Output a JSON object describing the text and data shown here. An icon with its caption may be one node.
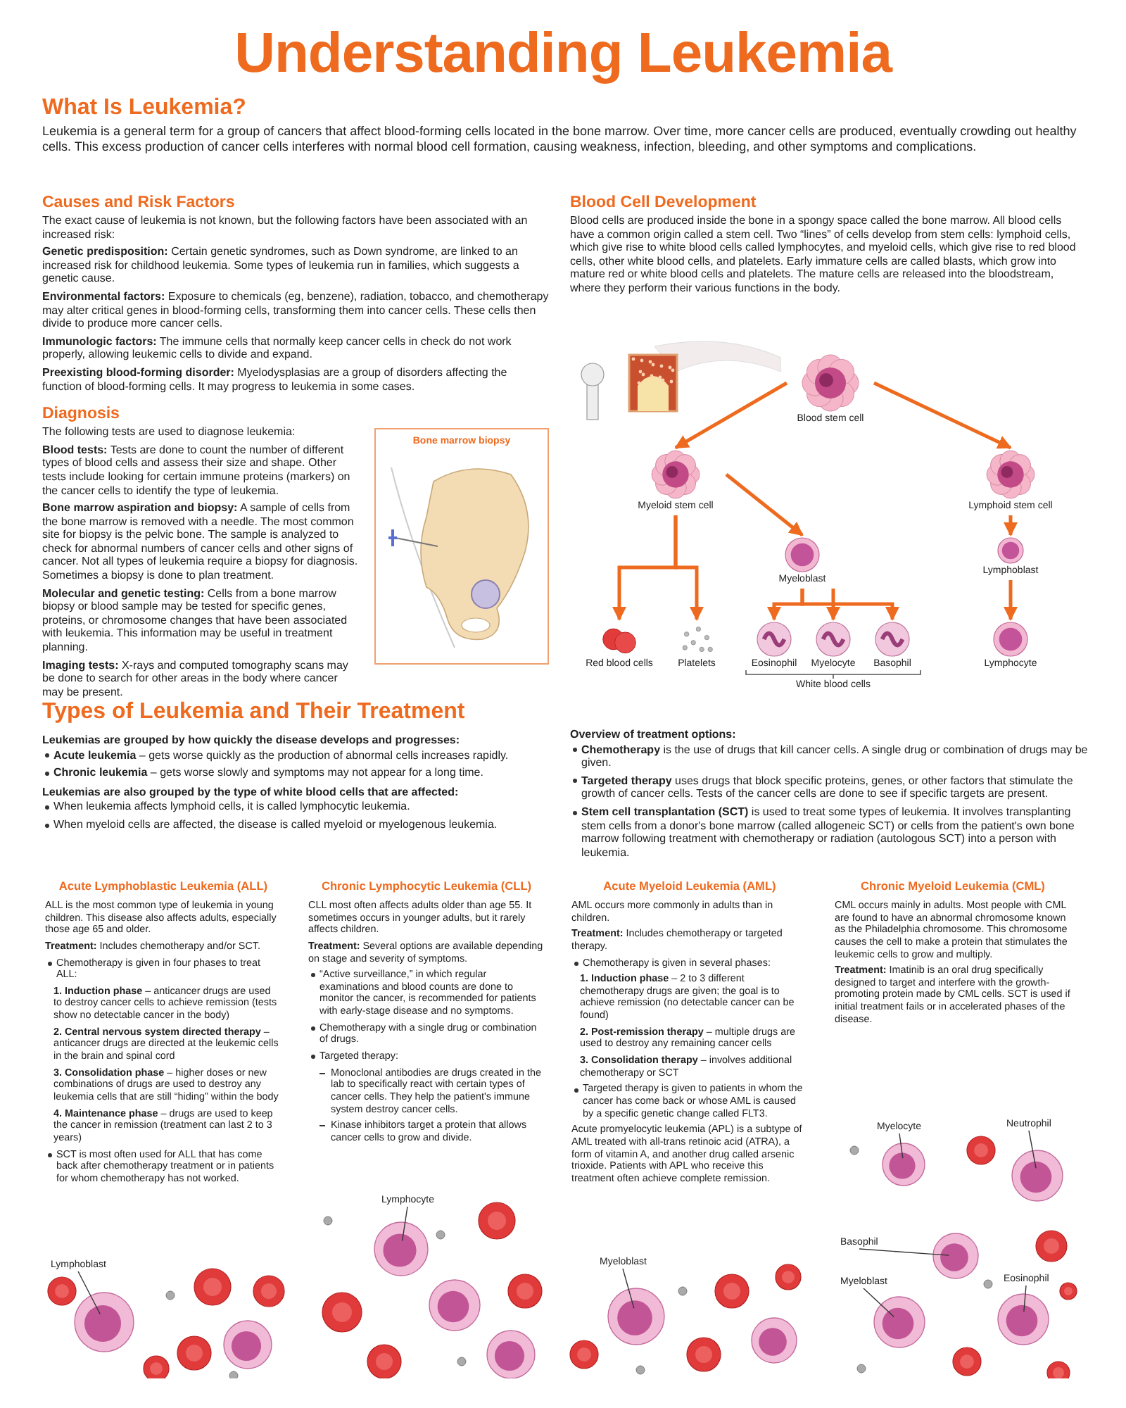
{
  "diagram": {
    "title": "Understanding Leukemia",
    "nodes": [
      {
        "text": [
          "Blood stem cell"
        ]
      },
      {
        "text": [
          "Myeloid stem cell"
        ]
      },
      {
        "text": [
          "Lymphoid stem cell"
        ]
      },
      {
        "text": [
          "Myeloblast"
        ]
      },
      {
        "text": [
          "Lymphoblast"
        ]
      },
      {
        "text": [
          "Red blood cells"
        ]
      },
      {
        "text": [
          "Platelets"
        ]
      },
      {
        "text": [
          "Eosinophil"
        ]
      },
      {
        "text": [
          "Myelocyte"
        ]
      },
      {
        "text": [
          "Basophil"
        ]
      },
      {
        "text": [
          "Lymphocyte"
        ]
      },
      {
        "text": [
          "Bone marrow biopsy"
        ]
      },
      {
        "text": [
          "Acute Lymphoblastic Leukemia (ALL)",
          "ALL is the most common type of leukemia in young children. This disease also affects adults, especially those age 65 and older.",
          "**Treatment:** Includes chemotherapy and/or SCT.",
          "Chemotherapy is given in four phases to treat ALL:",
          "**1. Induction phase** – anticancer drugs are used to destroy cancer cells to achieve remission (tests show no detectable cancer in the body)",
          "**2. Central nervous system directed therapy** – anticancer drugs are directed at the leukemic cells in the brain and spinal cord",
          "**3. Consolidation phase** – higher doses or new combinations of drugs are used to destroy any leukemia cells that are still “hiding” within the body",
          "**4. Maintenance phase** – drugs are used to keep the cancer in remission (treatment can last 2 to 3 years)",
          "SCT is most often used for ALL that has come back after chemotherapy treatment or in patients for whom chemotherapy has not worked."
        ]
      },
      {
        "text": [
          "Chronic Lymphocytic Leukemia (CLL)",
          "CLL most often affects adults older than age 55. It sometimes occurs in younger adults, but it rarely affects children.",
          "**Treatment:** Several options are available depending on stage and severity of symptoms.",
          "“Active surveillance,” in which regular examinations and blood counts are done to monitor the cancer, is recommended for patients with early-stage disease and no symptoms.",
          "Chemotherapy with a single drug or combination of drugs.",
          "Targeted therapy:",
          "Monoclonal antibodies are drugs created in the lab to specifically react with certain types of cancer cells. They help the patient's immune system destroy cancer cells.",
          "Kinase inhibitors target a protein that allows cancer cells to grow and divide."
        ]
      },
      {
        "text": [
          "Acute Myeloid Leukemia (AML)",
          "AML occurs more commonly in adults than in children.",
          "**Treatment:** Includes chemotherapy or targeted therapy.",
          "Chemotherapy is given in several phases:",
          "**1. Induction phase** – 2 to 3 different chemotherapy drugs are given; the goal is to achieve remission (no detectable cancer can be found)",
          "**2. Post-remission therapy** – multiple drugs are used to destroy any remaining cancer cells",
          "**3. Consolidation therapy** – involves additional chemotherapy or SCT",
          "Targeted therapy is given to patients in whom the cancer has come back or whose AML is caused by a specific genetic change called FLT3.",
          "Acute promyelocytic leukemia (APL) is a subtype of AML treated with all-trans retinoic acid (ATRA), a form of vitamin A, and another drug called arsenic trioxide. Patients with APL who receive this treatment often achieve complete remission."
        ]
      },
      {
        "text": [
          "Chronic Myeloid Leukemia (CML)",
          "CML occurs mainly in adults. Most people with CML are found to have an abnormal chromosome known as the Philadelphia chromosome. This chromosome causes the cell to make a protein that stimulates the leukemic cells to grow and multiply.",
          "**Treatment:** Imatinib is an oral drug specifically designed to target and interfere with the growth-promoting protein made by CML cells. SCT is used if initial treatment fails or in accelerated phases of the disease."
        ]
      },
      {
        "text": [
          "Lymphoblast"
        ],
        "in": 12
      },
      {
        "text": [
          "Lymphocyte"
        ],
        "in": 13
      },
      {
        "text": [
          "Myeloblast"
        ],
        "in": 14
      },
      {
        "text": [
          "Myelocyte"
        ],
        "in": 15
      },
      {
        "text": [
          "Neutrophil"
        ],
        "in": 15
      },
      {
        "text": [
          "Basophil"
        ],
        "in": 15
      },
      {
        "text": [
          "Myeloblast"
        ],
        "in": 15
      },
      {
        "text": [
          "Eosinophil"
        ],
        "in": 15
      }
    ],
    "edges": [
      {
        "from": 0,
        "to": 1,
        "arrow": "to"
      },
      {
        "from": 0,
        "to": 2,
        "arrow": "to"
      },
      {
        "from": 1,
        "to": 5,
        "arrow": "to"
      },
      {
        "from": 1,
        "to": 6,
        "arrow": "to"
      },
      {
        "from": 1,
        "to": 3,
        "arrow": "to"
      },
      {
        "from": 3,
        "to": 7,
        "arrow": "to"
      },
      {
        "from": 3,
        "to": 8,
        "arrow": "to"
      },
      {
        "from": 3,
        "to": 9,
        "arrow": "to"
      },
      {
        "from": 2,
        "to": 4,
        "arrow": "to"
      },
      {
        "from": 4,
        "to": 10,
        "arrow": "to"
      },
      {
        "from": 16,
        "to": null,
        "arrow": "none",
        "color": "#333333"
      },
      {
        "from": 17,
        "to": null,
        "arrow": "none",
        "color": "#333333"
      },
      {
        "from": 18,
        "to": null,
        "arrow": "none",
        "color": "#333333"
      },
      {
        "from": 19,
        "to": null,
        "arrow": "none",
        "color": "#333333"
      },
      {
        "from": 20,
        "to": null,
        "arrow": "none",
        "color": "#333333"
      },
      {
        "from": 21,
        "to": null,
        "arrow": "none",
        "color": "#333333"
      },
      {
        "from": 22,
        "to": null,
        "arrow": "none",
        "color": "#333333"
      },
      {
        "from": 23,
        "to": null,
        "arrow": "none",
        "color": "#333333"
      }
    ],
    "labels": [
      "What Is Leukemia?",
      "Leukemia is a general term for a group of cancers that affect blood-forming cells located in the bone marrow. Over time, more cancer cells are produced, eventually crowding out healthy cells. This excess production of cancer cells interferes with normal blood cell formation, causing weakness, infection, bleeding, and other symptoms and complications.",
      "Causes and Risk Factors",
      "The exact cause of leukemia is not known, but the following factors have been associated with an increased risk:",
      "**Genetic predisposition:** Certain genetic syndromes, such as Down syndrome, are linked to an increased risk for childhood leukemia. Some types of leukemia run in families, which suggests a genetic cause.",
      "**Environmental factors:** Exposure to chemicals (eg, benzene), radiation, tobacco, and chemotherapy may alter critical genes in blood-forming cells, transforming them into cancer cells. These cells then divide to produce more cancer cells.",
      "**Immunologic factors:** The immune cells that normally keep cancer cells in check do not work properly, allowing leukemic cells to divide and expand.",
      "**Preexisting blood-forming disorder:** Myelodysplasias are a group of disorders affecting the function of blood-forming cells. It may progress to leukemia in some cases.",
      "Diagnosis",
      "The following tests are used to diagnose leukemia:",
      "**Blood tests:** Tests are done to count the number of different types of blood cells and assess their size and shape. Other tests include looking for certain immune proteins (markers) on the cancer cells to identify the type of leukemia.",
      "**Bone marrow aspiration and biopsy:** A sample of cells from the bone marrow is removed with a needle. The most common site for biopsy is the pelvic bone. The sample is analyzed to check for abnormal numbers of cancer cells and other signs of cancer. Not all types of leukemia require a biopsy for diagnosis. Sometimes a biopsy is done to plan treatment.",
      "**Molecular and genetic testing:** Cells from a bone marrow biopsy or blood sample may be tested for specific genes, proteins, or chromosome changes that have been associated with leukemia. This information may be useful in treatment planning.",
      "**Imaging tests:** X-rays and computed tomography scans may be done to search for other areas in the body where cancer may be present.",
      "Blood Cell Development",
      "Blood cells are produced inside the bone in a spongy space called the bone marrow. All blood cells have a common origin called a stem cell. Two “lines” of cells develop from stem cells: lymphoid cells, which give rise to white blood cells called lymphocytes, and myeloid cells, which give rise to red blood cells, other white blood cells, and platelets. Early immature cells are called blasts, which grow into mature red or white blood cells and platelets. The mature cells are released into the bloodstream, where they perform their various functions in the body.",
      "White blood cells",
      "Types of Leukemia and Their Treatment",
      "Leukemias are grouped by how quickly the disease develops and progresses:",
      "**Acute leukemia** – gets worse quickly as the production of abnormal cells increases rapidly.",
      "**Chronic leukemia** – gets worse slowly and symptoms may not appear for a long time.",
      "Leukemias are also grouped by the type of white blood cells that are affected:",
      "When leukemia affects lymphoid cells, it is called lymphocytic leukemia.",
      "When myeloid cells are affected, the disease is called myeloid or myelogenous leukemia.",
      "Overview of treatment options:",
      "**Chemotherapy** is the use of drugs that kill cancer cells. A single drug or combination of drugs may be given.",
      "**Targeted therapy** uses drugs that block specific proteins, genes, or other factors that stimulate the growth of cancer cells. Tests of the cancer cells are done to see if specific targets are present.",
      "**Stem cell transplantation (SCT)** is used to treat some types of leukemia. It involves transplanting stem cells from a donor's bone marrow (called allogeneic SCT) or cells from the patient's own bone marrow following treatment with chemotherapy or radiation (autologous SCT) into a person with leukemia."
    ]
  }
}
